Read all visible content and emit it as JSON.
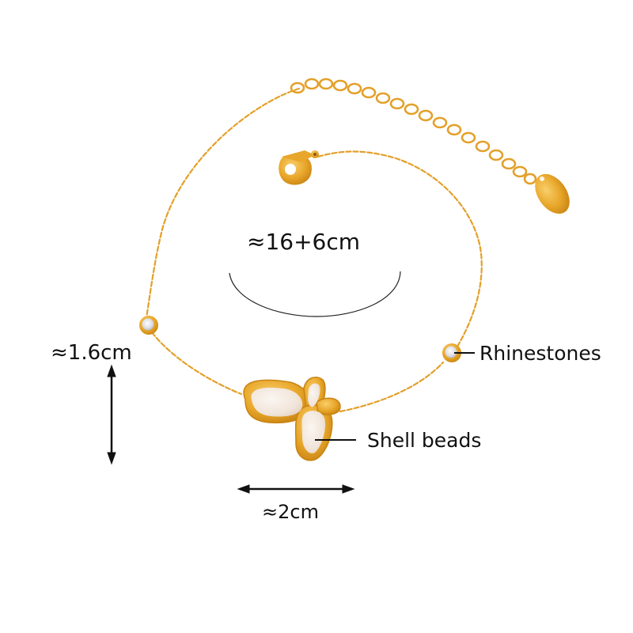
{
  "product": {
    "type": "bracelet",
    "pendant_shape": "butterfly",
    "colors": {
      "gold": "#e8a62a",
      "gold_dark": "#c98413",
      "gold_light": "#f7c75a",
      "shell": "#f3e9df",
      "rhinestone": "#e6e6ea",
      "annotation": "#111111",
      "background": "#ffffff"
    }
  },
  "annotations": {
    "total_length": "≈16+6cm",
    "pendant_height": "≈1.6cm",
    "pendant_width": "≈2cm",
    "rhinestones_label": "Rhinestones",
    "shell_beads_label": "Shell beads"
  }
}
